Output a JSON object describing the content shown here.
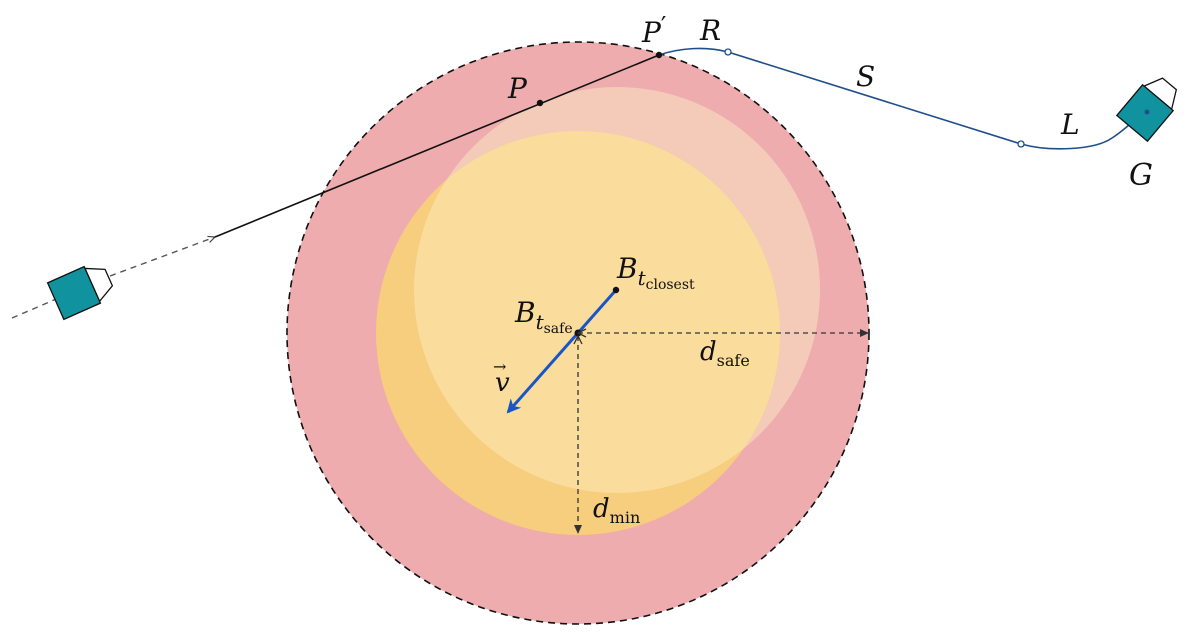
{
  "labels": {
    "p_prime": {
      "main": "P",
      "prime": "′"
    },
    "r": "R",
    "p": "P",
    "s": "S",
    "l": "L",
    "g": "G",
    "b_closest": {
      "main": "B",
      "sub1": "t",
      "sub2": "closest"
    },
    "b_safe": {
      "main": "B",
      "sub1": "t",
      "sub2": "safe"
    },
    "v": {
      "main": "v",
      "arrow": "→"
    },
    "d_safe": {
      "main": "d",
      "sub": "safe"
    },
    "d_min": {
      "main": "d",
      "sub": "min"
    }
  },
  "colors": {
    "danger_zone": "#eeacaf",
    "min_zone": "#f7cd7e",
    "overlap_zone": "#fadc9c",
    "closest_zone": "#f4cbb8",
    "boat_body": "#10939f",
    "path_blue": "#1f4f8b",
    "velocity_blue": "#1a55c8",
    "trajectory": "#111111"
  },
  "icons": {
    "start_boat": "boat-icon",
    "goal_boat": "boat-icon"
  }
}
